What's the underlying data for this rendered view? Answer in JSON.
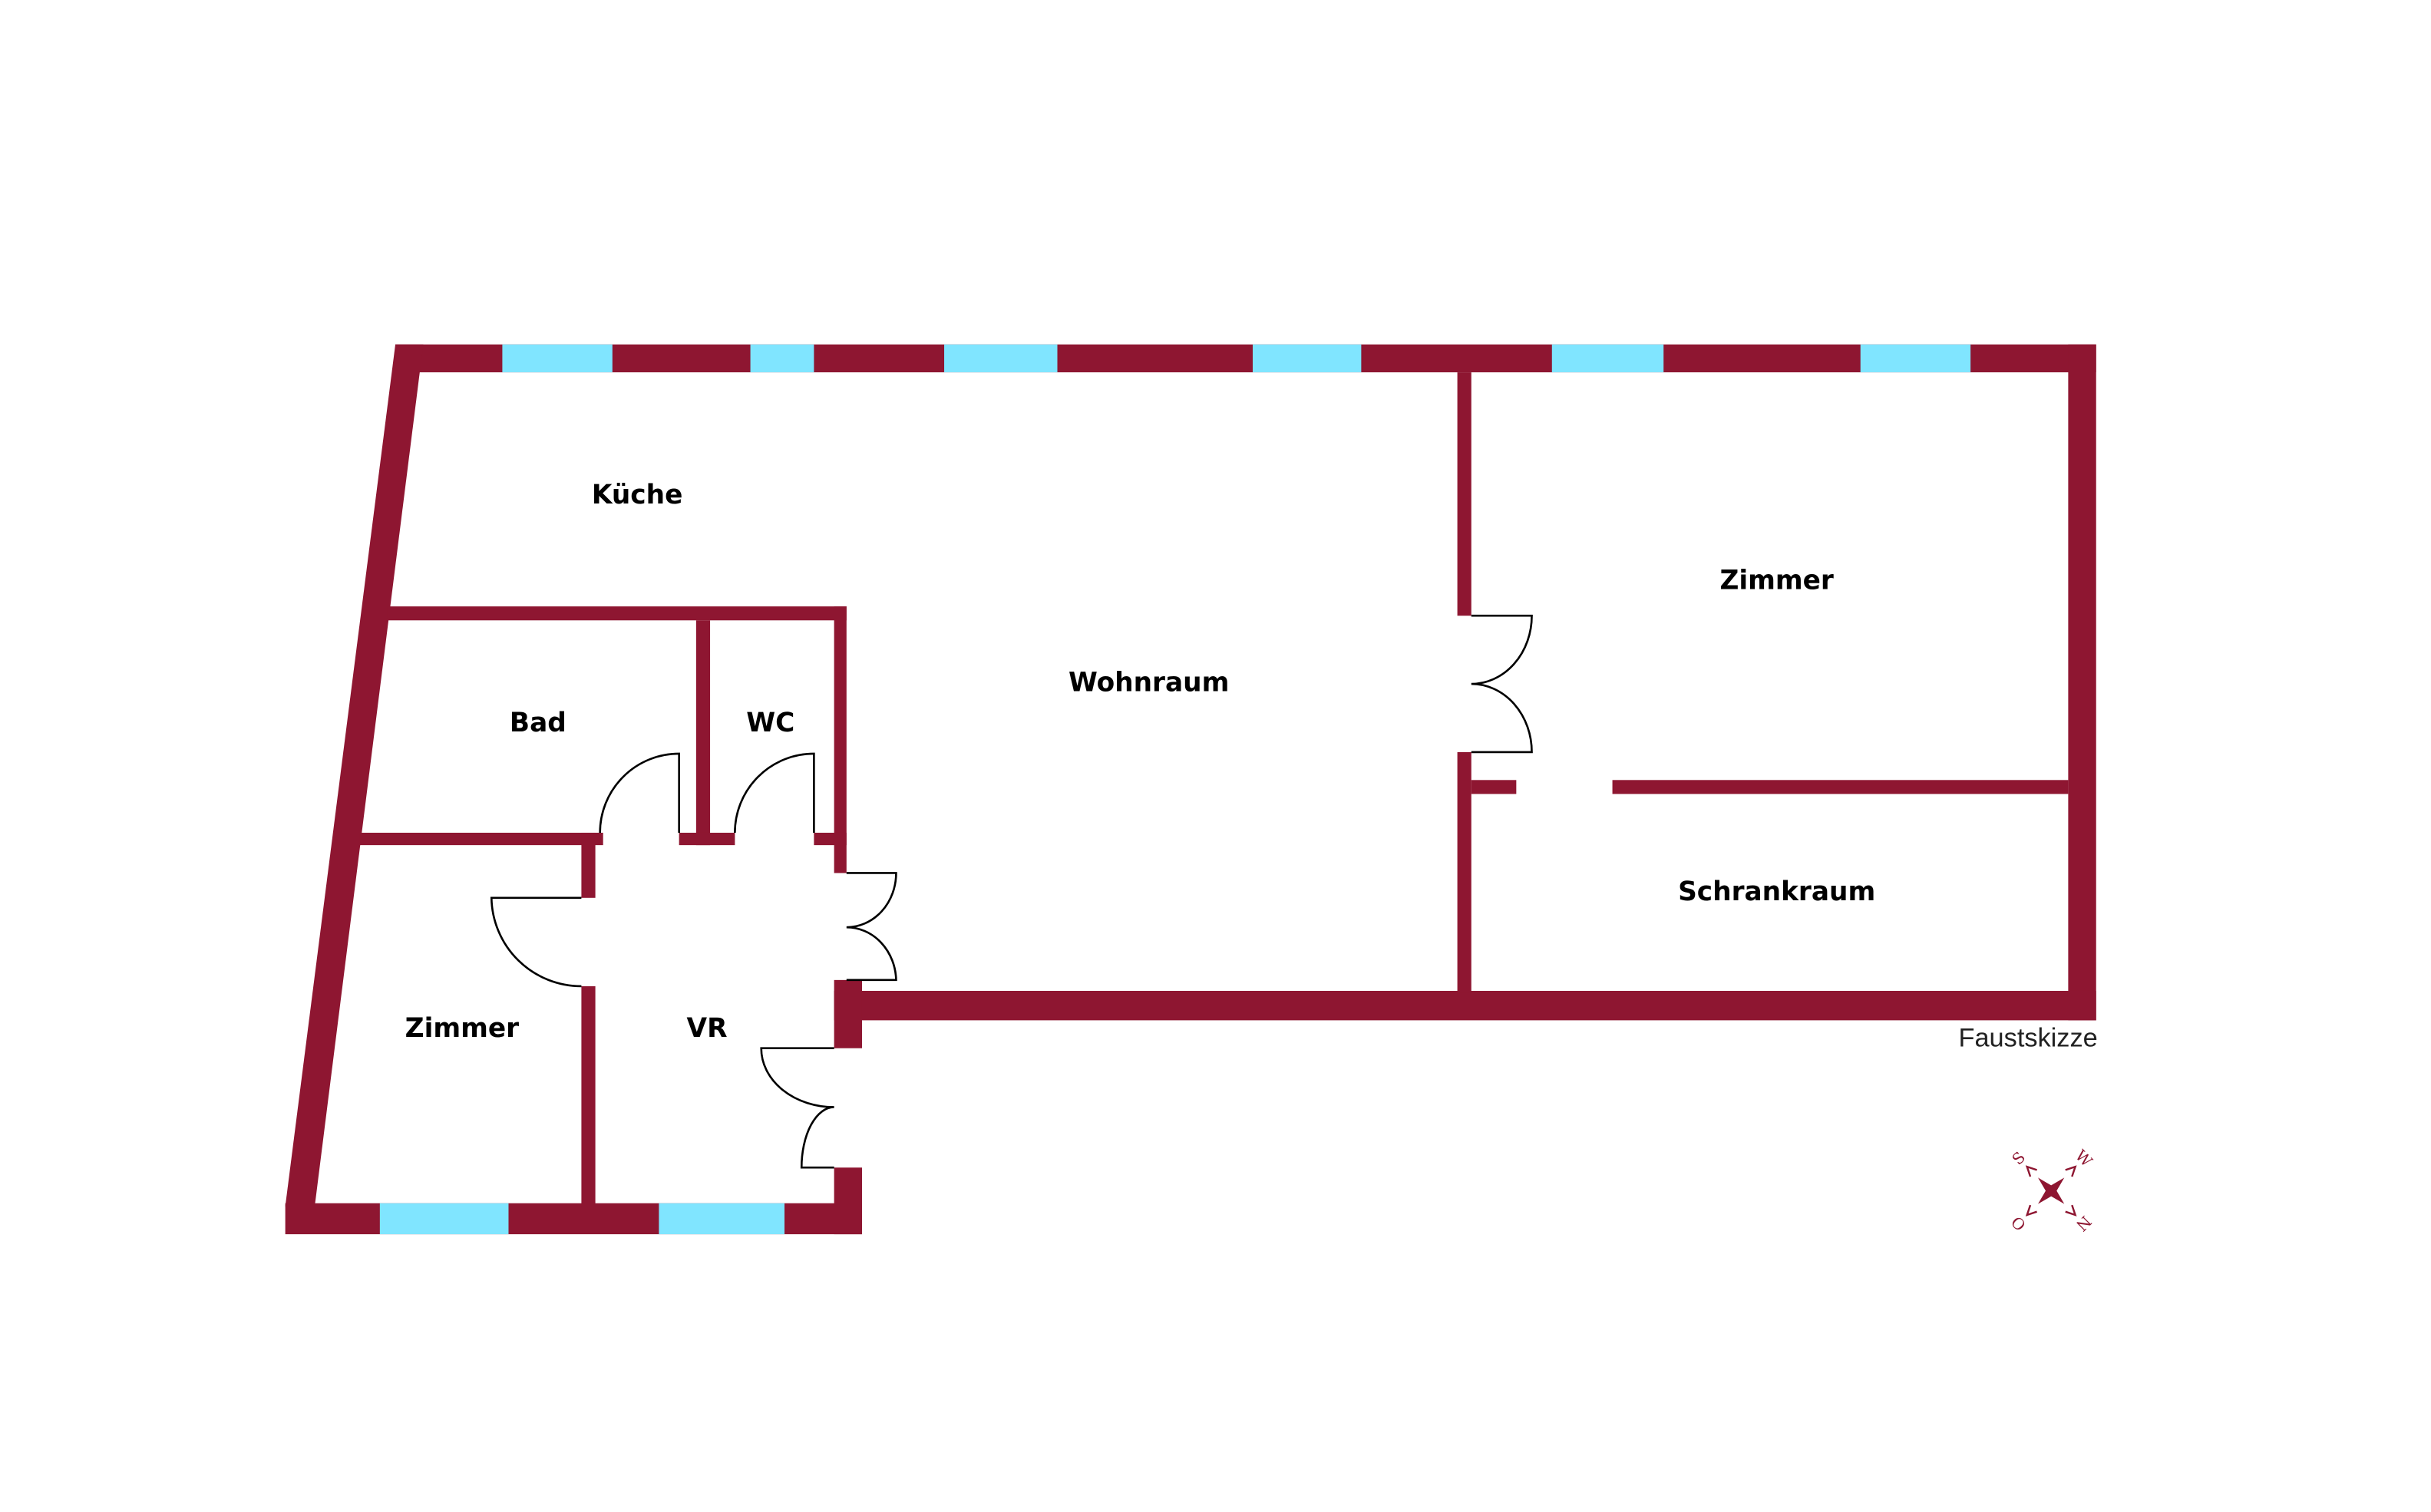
{
  "rooms": {
    "kueche": "Küche",
    "wohnraum": "Wohnraum",
    "zimmer_right": "Zimmer",
    "schrankraum": "Schrankraum",
    "bad": "Bad",
    "wc": "WC",
    "zimmer_left": "Zimmer",
    "vr": "VR"
  },
  "note": "Faustskizze",
  "compass": {
    "n": "N",
    "s": "S",
    "w": "W",
    "o": "O"
  },
  "colors": {
    "wall": "#8e1631",
    "window": "#80e5ff"
  }
}
